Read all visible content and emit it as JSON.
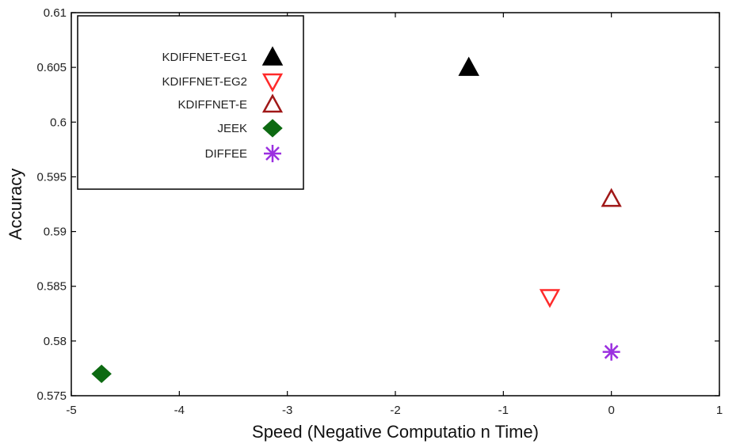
{
  "chart_data": {
    "type": "scatter",
    "xlabel": "Speed (Negative Computatio n Time)",
    "ylabel": "Accuracy",
    "xlim": [
      -5,
      1
    ],
    "ylim": [
      0.575,
      0.61
    ],
    "xticks": [
      -5,
      -4,
      -3,
      -2,
      -1,
      0,
      1
    ],
    "xtick_labels": [
      "-5",
      "-4",
      "-3",
      "-2",
      "-1",
      "0",
      "1"
    ],
    "yticks": [
      0.575,
      0.58,
      0.585,
      0.59,
      0.595,
      0.6,
      0.605,
      0.61
    ],
    "ytick_labels": [
      "0.575",
      "0.58",
      "0.585",
      "0.59",
      "0.595",
      "0.6",
      "0.605",
      "0.61"
    ],
    "grid": false,
    "legend_position": "top-left",
    "series": [
      {
        "name": "KDIFFNET-EG1",
        "marker": "triangle-up-filled",
        "color": "#000000",
        "points": [
          {
            "x": -1.32,
            "y": 0.605
          }
        ]
      },
      {
        "name": "KDIFFNET-EG2",
        "marker": "triangle-down-open",
        "color": "#ff2a2a",
        "points": [
          {
            "x": -0.57,
            "y": 0.584
          }
        ]
      },
      {
        "name": "KDIFFNET-E",
        "marker": "triangle-up-open",
        "color": "#a01818",
        "points": [
          {
            "x": 0.0,
            "y": 0.593
          }
        ]
      },
      {
        "name": "JEEK",
        "marker": "diamond-filled",
        "color": "#0d6a12",
        "points": [
          {
            "x": -4.72,
            "y": 0.577
          }
        ]
      },
      {
        "name": "DIFFEE",
        "marker": "asterisk",
        "color": "#9b30e0",
        "points": [
          {
            "x": 0.0,
            "y": 0.579
          }
        ]
      }
    ]
  }
}
